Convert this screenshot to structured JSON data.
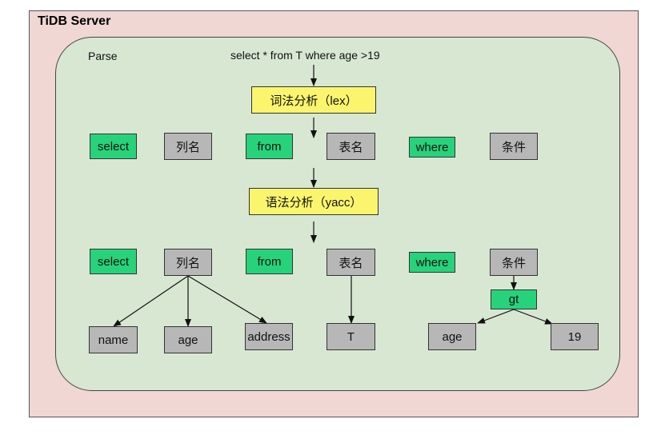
{
  "server_label": "TiDB Server",
  "parse_label": "Parse",
  "query": "select * from T where age >19",
  "stages": {
    "lex": "词法分析（lex）",
    "yacc": "语法分析（yacc）"
  },
  "tokens": [
    "select",
    "列名",
    "from",
    "表名",
    "where",
    "条件"
  ],
  "tree": {
    "root_nodes": [
      "select",
      "列名",
      "from",
      "表名",
      "where",
      "条件"
    ],
    "column_children": [
      "name",
      "age",
      "address"
    ],
    "table_child": "T",
    "condition_op": "gt",
    "condition_children": [
      "age",
      "19"
    ]
  },
  "colors": {
    "server_bg": "#f0d7d3",
    "parse_bg": "#d8e7d2",
    "keyword_green": "#27d37a",
    "identifier_grey": "#b7b7b7",
    "stage_yellow": "#fbf56e"
  }
}
